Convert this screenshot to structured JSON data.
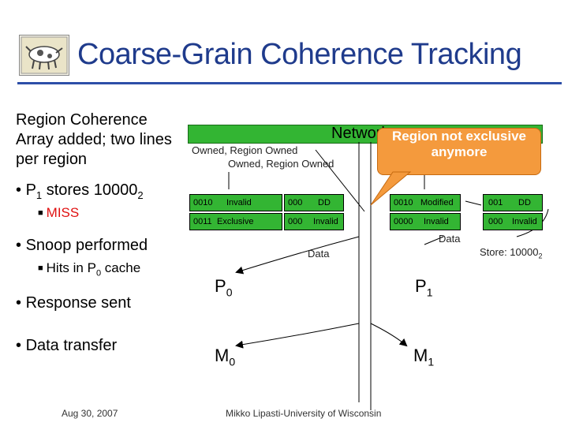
{
  "title": "Coarse-Grain Coherence Tracking",
  "bullets": {
    "region_array": "Region Coherence Array added; two lines per region",
    "p1_stores_pre": "P",
    "p1_stores_sub": "1",
    "p1_stores_mid": " stores 10000",
    "p1_stores_base": "2",
    "miss": "MISS",
    "snoop": "Snoop performed",
    "hits_pre": "Hits in P",
    "hits_sub": "0",
    "hits_post": " cache",
    "response": "Response sent",
    "transfer": "Data transfer"
  },
  "network": {
    "label": "Network",
    "owned_line1": "Owned, Region Owned",
    "owned_line2": "Owned, Region Owned"
  },
  "callout": {
    "line1": "Region not exclusive",
    "line2": "anymore"
  },
  "p0_table": {
    "row1": {
      "region": "0010",
      "state": "Invalid",
      "line": "000",
      "line_state": "DD"
    },
    "row2": {
      "region": "0011",
      "state": "Exclusive",
      "line": "000",
      "line_state": "Invalid"
    }
  },
  "p1_table": {
    "row1": {
      "region": "0010",
      "state": "Modified",
      "line": "001",
      "line_state": "DD"
    },
    "row2": {
      "region": "0000",
      "state": "Invalid",
      "line": "000",
      "line_state": "Invalid"
    }
  },
  "labels": {
    "data_left": "Data",
    "data_right": "Data",
    "store_pre": "Store: 10000",
    "store_sub": "2"
  },
  "procs": {
    "p0": "P",
    "p0_sub": "0",
    "p1": "P",
    "p1_sub": "1",
    "m0": "M",
    "m0_sub": "0",
    "m1": "M",
    "m1_sub": "1"
  },
  "footer": {
    "date": "Aug 30, 2007",
    "author": "Mikko Lipasti-University of Wisconsin"
  }
}
